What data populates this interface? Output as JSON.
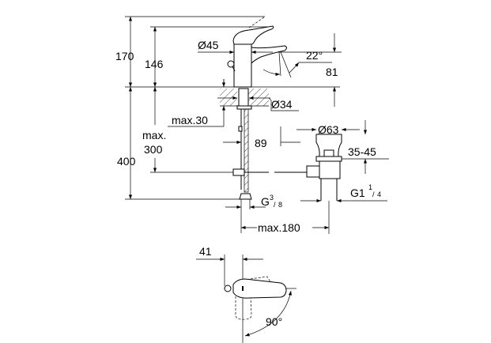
{
  "title": "Basin mixer dimensional drawing",
  "dimensions": {
    "height_total": "170",
    "height_body": "146",
    "body_diameter": "Ø45",
    "spout_angle": "22°",
    "spout_height": "81",
    "hole_diameter": "Ø34",
    "deck_thickness": "max.30",
    "max_label": "max.",
    "hose_length": "300",
    "total_height_below": "400",
    "offset": "89",
    "waste_diameter": "Ø63",
    "waste_range": "35-45",
    "waste_thread_main": "G1",
    "waste_thread_num": "1",
    "waste_thread_den": "4",
    "supply_thread_main": "G",
    "supply_thread_num": "3",
    "supply_thread_den": "8",
    "max_spacing": "max.180",
    "lever_offset": "41",
    "lever_rotation": "90°"
  }
}
